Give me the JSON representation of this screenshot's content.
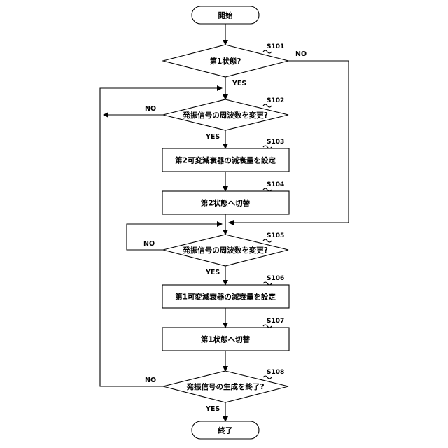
{
  "start": "開始",
  "end": "終了",
  "steps": {
    "s101": {
      "id": "S101",
      "text": "第1状態?"
    },
    "s102": {
      "id": "S102",
      "text": "発振信号の周波数を変更?"
    },
    "s103": {
      "id": "S103",
      "text": "第2可変減衰器の減衰量を設定"
    },
    "s104": {
      "id": "S104",
      "text": "第2状態へ切替"
    },
    "s105": {
      "id": "S105",
      "text": "発振信号の周波数を変更?"
    },
    "s106": {
      "id": "S106",
      "text": "第1可変減衰器の減衰量を設定"
    },
    "s107": {
      "id": "S107",
      "text": "第1状態へ切替"
    },
    "s108": {
      "id": "S108",
      "text": "発振信号の生成を終了?"
    }
  },
  "branch_labels": {
    "yes": "YES",
    "no": "NO"
  }
}
